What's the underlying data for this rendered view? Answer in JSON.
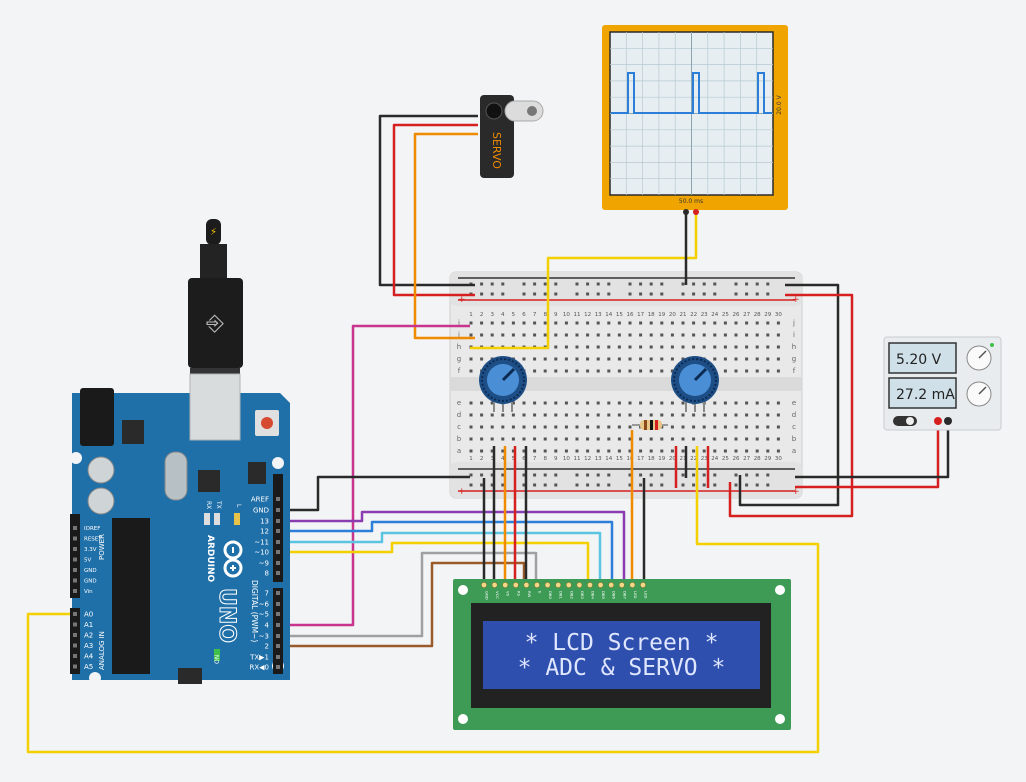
{
  "servo": {
    "label": "SERVO"
  },
  "oscilloscope": {
    "v_scale": "20.0 V",
    "t_scale": "50.0 ms"
  },
  "power_supply": {
    "voltage": "5.20 V",
    "current": "27.2 mA"
  },
  "lcd": {
    "line1": "* LCD Screen *",
    "line2": "* ADC & SERVO *",
    "pins": [
      "GND",
      "VCC",
      "V0",
      "RS",
      "RW",
      "E",
      "DB0",
      "DB1",
      "DB2",
      "DB3",
      "DB4",
      "DB5",
      "DB6",
      "DB7",
      "LED",
      "LED"
    ]
  },
  "arduino": {
    "brand": "ARDUINO",
    "model": "UNO",
    "on_label": "ON",
    "tx": "TX",
    "rx": "RX",
    "l": "L",
    "digital_header": "DIGITAL (PWM~)",
    "power_header": "POWER",
    "analog_header": "ANALOG IN",
    "right_pins": [
      "AREF",
      "GND",
      "13",
      "12",
      "~11",
      "~10",
      "~9",
      "8",
      "7",
      "~6",
      "~5",
      "4",
      "~3",
      "2",
      "TX▶1",
      "RX◀0"
    ],
    "power_pins": [
      "IOREF",
      "RESET",
      "3.3V",
      "5V",
      "GND",
      "GND",
      "Vin"
    ],
    "analog_pins": [
      "A0",
      "A1",
      "A2",
      "A3",
      "A4",
      "A5"
    ]
  },
  "breadboard": {
    "col_numbers": [
      "1",
      "2",
      "3",
      "4",
      "5",
      "6",
      "7",
      "8",
      "9",
      "10",
      "11",
      "12",
      "13",
      "14",
      "15",
      "16",
      "17",
      "18",
      "19",
      "20",
      "21",
      "22",
      "23",
      "24",
      "25",
      "26",
      "27",
      "28",
      "29",
      "30"
    ],
    "rows_top": [
      "j",
      "i",
      "h",
      "g",
      "f"
    ],
    "rows_bottom": [
      "e",
      "d",
      "c",
      "b",
      "a"
    ]
  },
  "colors": {
    "background": "#f2f4f5",
    "arduino_blue": "#1f6fa8",
    "lcd_board": "#3e9b56",
    "lcd_screen": "#2f4fae",
    "scope_frame": "#f0a400",
    "wire_yellow": "#f4d000",
    "wire_red": "#d62020",
    "wire_black": "#2a2a2a",
    "wire_orange": "#f08a00",
    "wire_purple": "#8a3cb0",
    "wire_blue": "#2c7fd8",
    "wire_cyan": "#5bc4e0",
    "wire_magenta": "#c8348e",
    "wire_gray": "#a0a0a0",
    "wire_brown": "#9a5a2a"
  }
}
